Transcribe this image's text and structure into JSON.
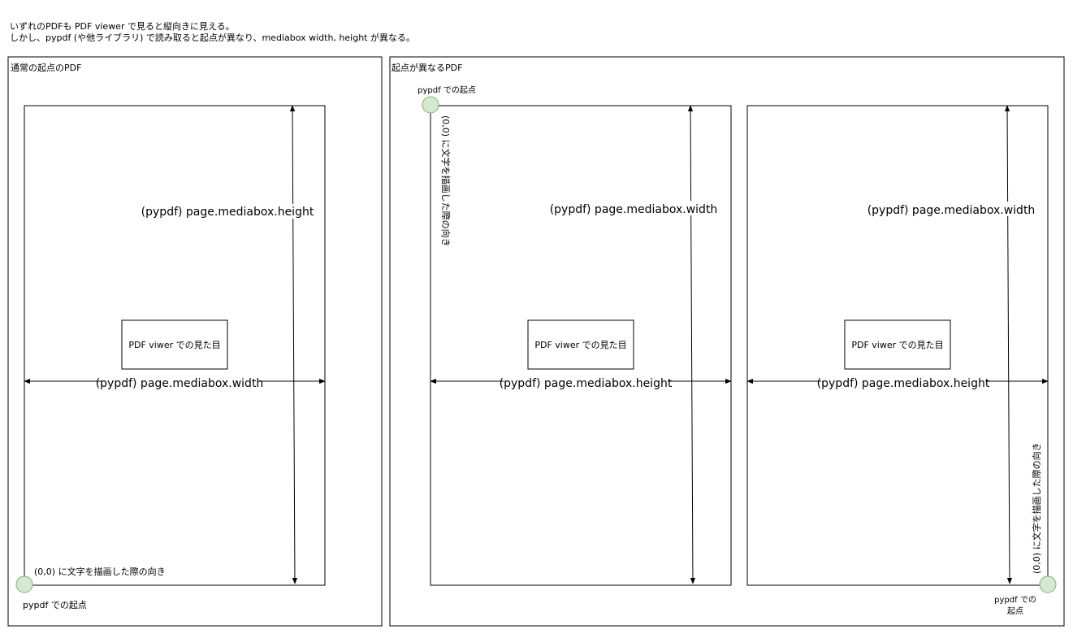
{
  "intro": {
    "line1": "いずれのPDFも PDF viewer で見ると縦向きに見える。",
    "line2": "しかし、pypdf (や他ライブラリ) で読み取ると起点が異なり、mediabox width, height が異なる。"
  },
  "left_panel": {
    "title": "通常の起点のPDF",
    "height_label": "(pypdf) page.mediabox.height",
    "width_label": "(pypdf) page.mediabox.width",
    "viewer_label": "PDF viwer での見た目",
    "origin_text_label": "(0,0) に文字を描画した際の向き",
    "origin_label": "pypdf での起点"
  },
  "right_panel": {
    "title": "起点が異なるPDF",
    "page_a": {
      "origin_label": "pypdf での起点",
      "origin_text_label": "(0,0) に文字を描画した際の向き",
      "vertical_label": "(pypdf) page.mediabox.width",
      "horizontal_label": "(pypdf) page.mediabox.height",
      "viewer_label": "PDF viwer での見た目"
    },
    "page_b": {
      "vertical_label": "(pypdf) page.mediabox.width",
      "horizontal_label": "(pypdf) page.mediabox.height",
      "viewer_label": "PDF viwer での見た目",
      "origin_text_label": "(0,0) に文字を描画した際の向き",
      "origin_label_line1": "pypdf での",
      "origin_label_line2": "起点"
    }
  },
  "colors": {
    "origin_fill": "#d5e8d4",
    "origin_stroke": "#82b366",
    "stroke": "#000000"
  }
}
